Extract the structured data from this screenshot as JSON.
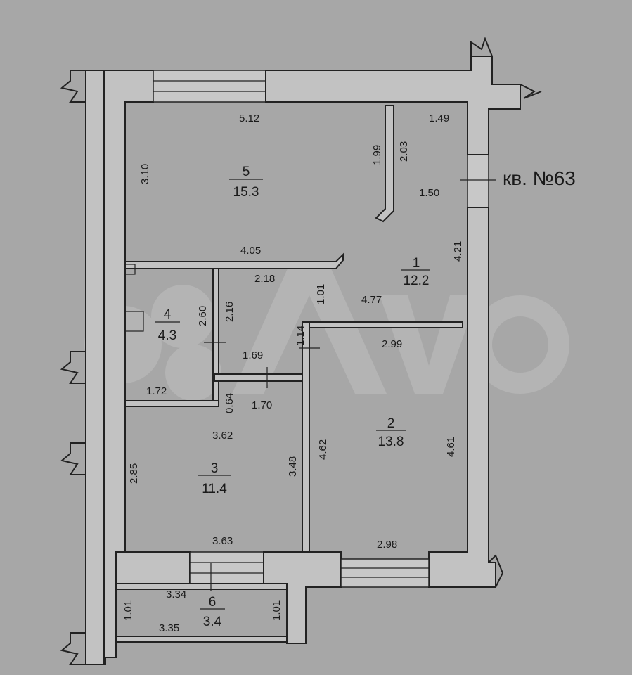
{
  "apartment_label": "кв. №63",
  "rooms": [
    {
      "number": "1",
      "area": "12.2"
    },
    {
      "number": "2",
      "area": "13.8"
    },
    {
      "number": "3",
      "area": "11.4"
    },
    {
      "number": "4",
      "area": "4.3"
    },
    {
      "number": "5",
      "area": "15.3"
    },
    {
      "number": "6",
      "area": "3.4"
    }
  ],
  "dimensions": {
    "d5_12": "5.12",
    "d1_99": "1.99",
    "d2_03": "2.03",
    "d1_49": "1.49",
    "d3_10": "3.10",
    "d1_50": "1.50",
    "d4_05": "4.05",
    "d4_21": "4.21",
    "d2_18": "2.18",
    "d1_01a": "1.01",
    "d4_77": "4.77",
    "d2_60": "2.60",
    "d2_16": "2.16",
    "d1_14": "1.14",
    "d2_99": "2.99",
    "d1_69": "1.69",
    "d1_72": "1.72",
    "d0_64": "0.64",
    "d1_70": "1.70",
    "d3_62": "3.62",
    "d4_62": "4.62",
    "d4_61": "4.61",
    "d2_85": "2.85",
    "d3_48": "3.48",
    "d3_63": "3.63",
    "d2_98": "2.98",
    "d3_34": "3.34",
    "d1_01b": "1.01",
    "d1_01c": "1.01",
    "d3_35": "3.35"
  },
  "colors": {
    "background": "#a7a7a7",
    "wall": "#c2c2c2",
    "line": "#222222"
  }
}
